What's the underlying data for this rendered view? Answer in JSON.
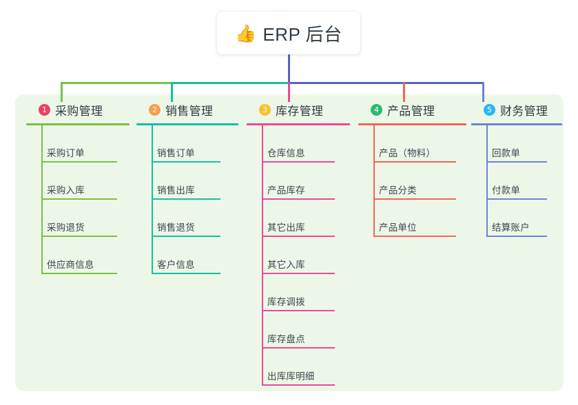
{
  "root": {
    "icon": "thumbs-up-icon",
    "icon_glyph": "👍",
    "title": "ERP 后台"
  },
  "palette": {
    "panel_bg": "#edf7e8",
    "page_bg": "#ffffff",
    "trunk": "#5761c4",
    "bus_green": "#7ac143",
    "bus_teal": "#13bfa6",
    "bus_blue": "#5761c4",
    "col1": "#7ac143",
    "col2": "#13bfa6",
    "col3": "#ec4899",
    "col4": "#f2645a",
    "col5": "#6c82d6",
    "badge1": "#ef3f63",
    "badge2": "#f5a04a",
    "badge3": "#fbc02d",
    "badge4": "#2eb872",
    "badge5": "#29b6f6",
    "text": "#303b45",
    "leaf_text": "#3b4650"
  },
  "columns": [
    {
      "index": "1",
      "badge": "1",
      "badge_color": "#ef3f63",
      "line_color": "#7ac143",
      "title": "采购管理",
      "items": [
        "采购订单",
        "采购入库",
        "采购退货",
        "供应商信息"
      ]
    },
    {
      "index": "2",
      "badge": "2",
      "badge_color": "#f5a04a",
      "line_color": "#13bfa6",
      "title": "销售管理",
      "items": [
        "销售订单",
        "销售出库",
        "销售退货",
        "客户信息"
      ]
    },
    {
      "index": "3",
      "badge": "3",
      "badge_color": "#fbc02d",
      "line_color": "#ec4899",
      "title": "库存管理",
      "items": [
        "仓库信息",
        "产品库存",
        "其它出库",
        "其它入库",
        "库存调拨",
        "库存盘点",
        "出库库明细"
      ]
    },
    {
      "index": "4",
      "badge": "4",
      "badge_color": "#2eb872",
      "line_color": "#f2645a",
      "title": "产品管理",
      "items": [
        "产品（物料）",
        "产品分类",
        "产品单位"
      ]
    },
    {
      "index": "5",
      "badge": "5",
      "badge_color": "#29b6f6",
      "line_color": "#6c82d6",
      "title": "财务管理",
      "items": [
        "回款单",
        "付款单",
        "结算账户"
      ]
    }
  ]
}
